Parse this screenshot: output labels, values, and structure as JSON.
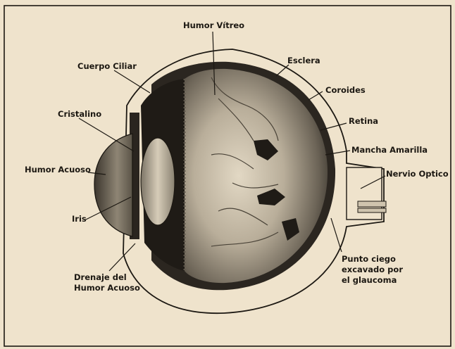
{
  "labels": {
    "humor_vitreo": "Humor Vítreo",
    "esclera": "Esclera",
    "cuerpo_ciliar": "Cuerpo Ciliar",
    "coroides": "Coroides",
    "cristalino": "Cristalino",
    "retina": "Retina",
    "mancha_amarilla": "Mancha Amarilla",
    "humor_acuoso": "Humor Acuoso",
    "nervio_optico": "Nervio Optico",
    "iris": "Iris",
    "punto_ciego": [
      "Punto ciego",
      "excavado por",
      "el glaucoma"
    ],
    "drenaje": [
      "Drenaje del",
      "Humor Acuoso"
    ]
  },
  "colors": {
    "paper": "#efe3cc",
    "ink": "#1c1812",
    "vitreous_light": "#d8cdb8",
    "vitreous_dark": "#3a342c",
    "lens": "#bdb3a0"
  }
}
